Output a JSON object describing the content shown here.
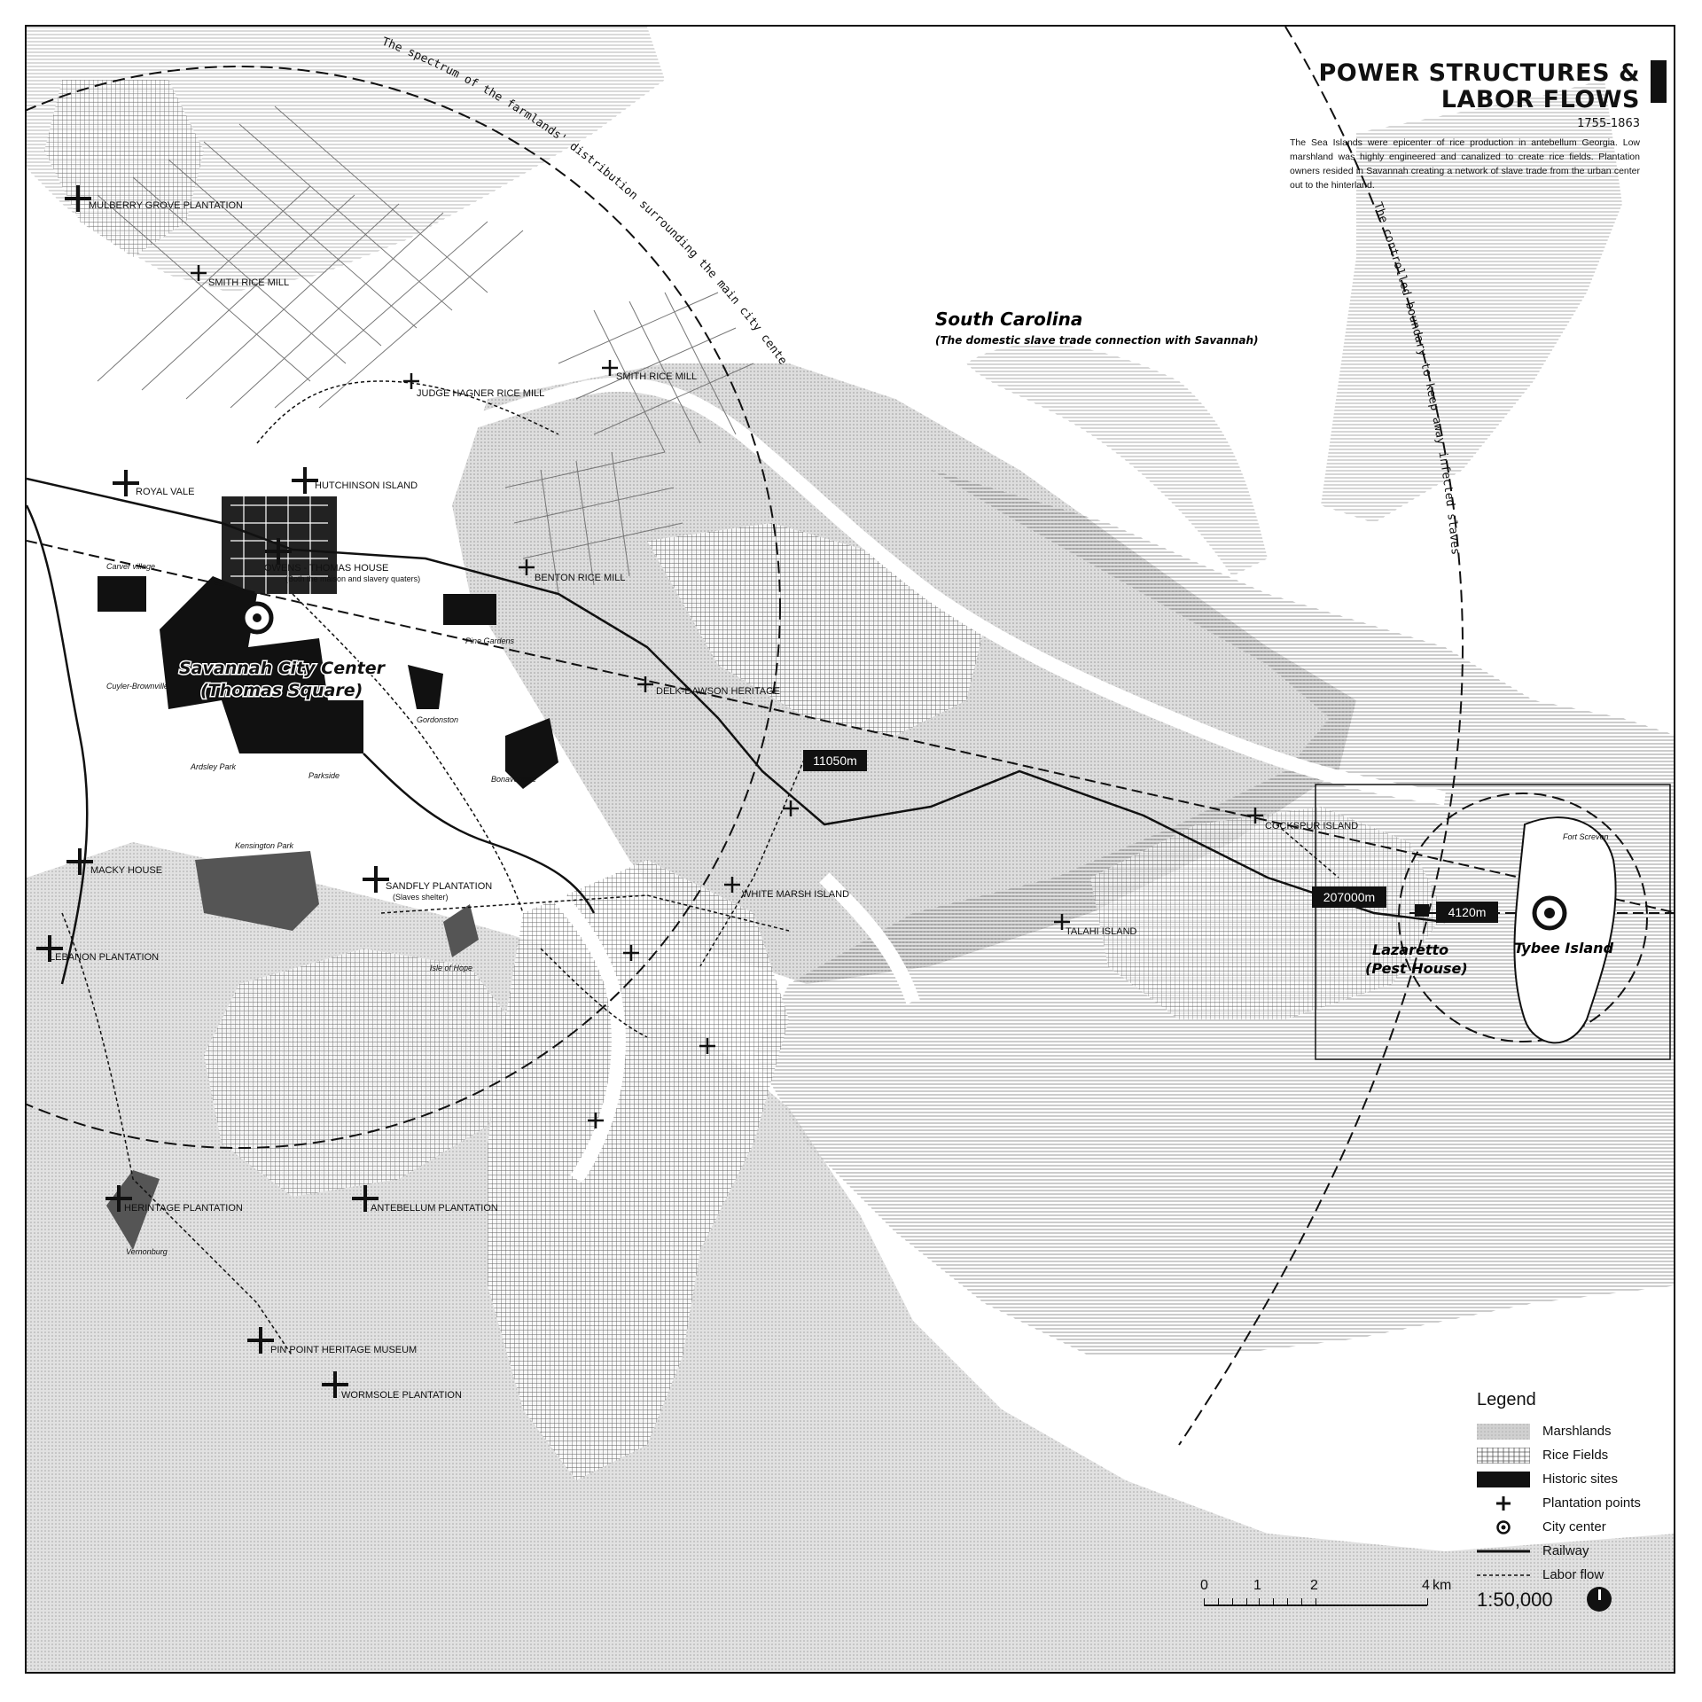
{
  "title": "POWER STRUCTURES  & LABOR FLOWS",
  "years": "1755-1863",
  "description": "The Sea Islands were epicenter of rice production in antebellum Georgia. Low marshland was highly engineered and canalized to create rice fields. Plantation owners resided in Savannah creating a network of slave trade from the urban center out to the hinterland.",
  "arc_texts": {
    "farmlands": "The spectrum of the farmlands' distribution surrounding the main city center",
    "boundary": "The controlled boundary to keep away infected slaves"
  },
  "regions": {
    "south_carolina": "South Carolina",
    "south_carolina_note": "(The domestic slave trade connection with Savannah)",
    "city_center_line1": "Savannah City Center",
    "city_center_line2": "(Thomas Square)",
    "lazaretto_line1": "Lazaretto",
    "lazaretto_line2": "(Pest House)",
    "tybee": "Tybee Island"
  },
  "plantations": [
    "MULBERRY GROVE PLANTATION",
    "SMITH RICE MILL",
    "JUDGE HAGNER RICE MILL",
    "SMITH RICE MILL",
    "HUTCHINSON ISLAND",
    "ROYAL VALE",
    "OWENS - THOMAS HOUSE",
    "BENTON RICE MILL",
    "DELK-DAWSON HERITAGE",
    "MACKY HOUSE",
    "LEBANON PLANTATION",
    "WHITE MARSH ISLAND",
    "COCKSPUR ISLAND",
    "TALAHI ISLAND",
    "SANDFLY PLANTATION",
    "HERINTAGE PLANTATION",
    "ANTEBELLUM PLANTATION",
    "PIN POINT HERITAGE MUSEUM",
    "WORMSOLE PLANTATION"
  ],
  "notes": {
    "owens_note": "(Both the maison and slavery quaters)",
    "sandfly_note": "(Slaves shelter)"
  },
  "places": [
    "Carver village",
    "Pine Gardens",
    "Cuyler-Brownville",
    "Gordonston",
    "Ardsley Park",
    "Parkside",
    "Bonaventure",
    "Kensington Park",
    "Isle of Hope",
    "Vernonburg",
    "Fort Screven"
  ],
  "distances": [
    "11050m",
    "207000m",
    "4120m"
  ],
  "legend": {
    "title": "Legend",
    "items": [
      {
        "label": "Marshlands",
        "symbol": "marsh-pattern"
      },
      {
        "label": "Rice Fields",
        "symbol": "grid-pattern"
      },
      {
        "label": "Historic sites",
        "symbol": "black-fill"
      },
      {
        "label": "Plantation points",
        "symbol": "cross"
      },
      {
        "label": "City center",
        "symbol": "target"
      },
      {
        "label": "Railway",
        "symbol": "solid-line"
      },
      {
        "label": "Labor flow",
        "symbol": "dashed-line"
      }
    ]
  },
  "scale": {
    "ticks": [
      "0",
      "1",
      "2",
      "4"
    ],
    "unit": "km",
    "ratio": "1:50,000"
  },
  "colors": {
    "ink": "#111111",
    "marsh": "#bdbdbd",
    "water": "#ffffff",
    "dark_gray": "#4a4a4a"
  }
}
